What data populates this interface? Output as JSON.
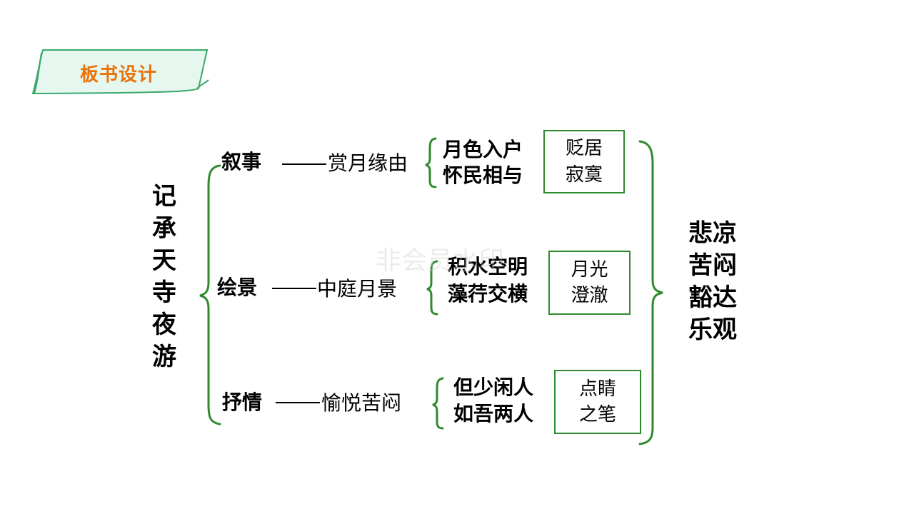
{
  "header": {
    "tab_label": "板书设计"
  },
  "title": {
    "chars": [
      "记",
      "承",
      "天",
      "寺",
      "夜",
      "游"
    ]
  },
  "sections": [
    {
      "label": "叙事",
      "desc": "赏月缘由",
      "quotes": [
        "月色入户",
        "怀民相与"
      ],
      "box": [
        "贬居",
        "寂寞"
      ]
    },
    {
      "label": "绘景",
      "desc": "中庭月景",
      "quotes": [
        "积水空明",
        "藻荇交横"
      ],
      "box": [
        "月光",
        "澄澈"
      ]
    },
    {
      "label": "抒情",
      "desc": "愉悦苦闷",
      "quotes": [
        "但少闲人",
        "如吾两人"
      ],
      "box": [
        "点睛",
        "之笔"
      ]
    }
  ],
  "theme": {
    "lines": [
      "悲凉",
      "苦闷",
      "豁达",
      "乐观"
    ]
  },
  "watermark": "非会员水印",
  "colors": {
    "bracket": "#2f8a2f",
    "tab_fill": "#e6f7ef",
    "tab_border": "#3aa86a",
    "tab_text": "#e8730c"
  }
}
